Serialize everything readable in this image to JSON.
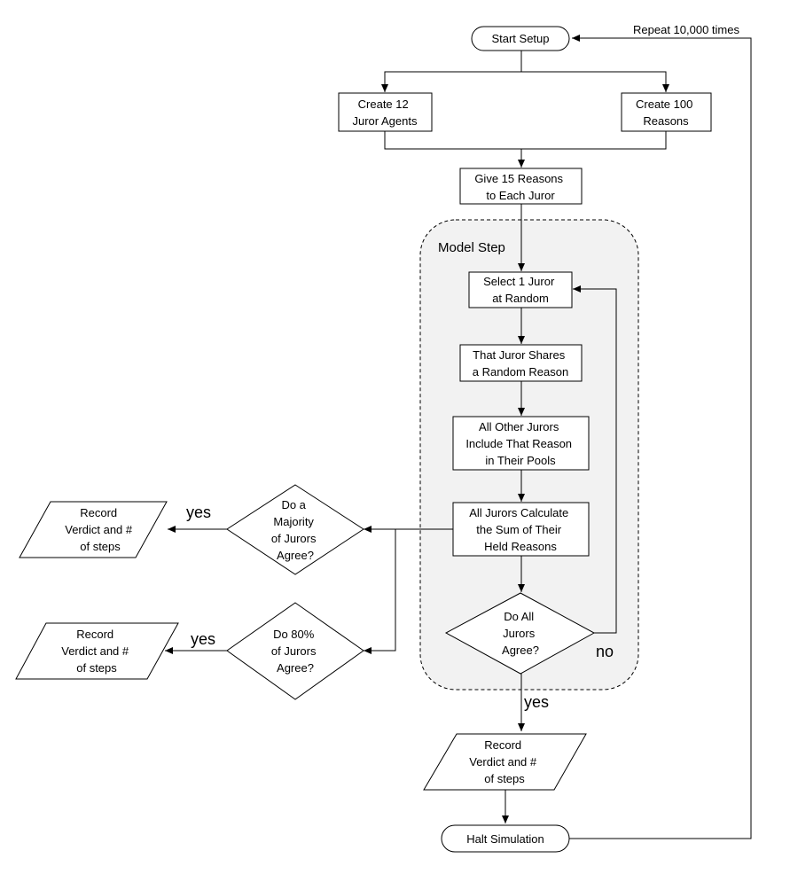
{
  "diagram": {
    "repeat_label": "Repeat 10,000 times",
    "start": "Start Setup",
    "create_jurors": [
      "Create 12",
      "Juror Agents"
    ],
    "create_reasons": [
      "Create 100",
      "Reasons"
    ],
    "give_reasons": [
      "Give 15 Reasons",
      "to Each Juror"
    ],
    "model_step_title": "Model Step",
    "select_juror": [
      "Select 1 Juror",
      "at Random"
    ],
    "share_reason": [
      "That Juror Shares",
      "a Random Reason"
    ],
    "include_reason": [
      "All Other Jurors",
      "Include That Reason",
      "in Their Pools"
    ],
    "calculate": [
      "All Jurors Calculate",
      "the Sum of Their",
      "Held Reasons"
    ],
    "decision_all": [
      "Do All",
      "Jurors",
      "Agree?"
    ],
    "decision_majority": [
      "Do a",
      "Majority",
      "of Jurors",
      "Agree?"
    ],
    "decision_80": [
      "Do 80%",
      "of Jurors",
      "Agree?"
    ],
    "record": [
      "Record",
      "Verdict and #",
      "of steps"
    ],
    "halt": "Halt Simulation",
    "yes": "yes",
    "no": "no"
  }
}
